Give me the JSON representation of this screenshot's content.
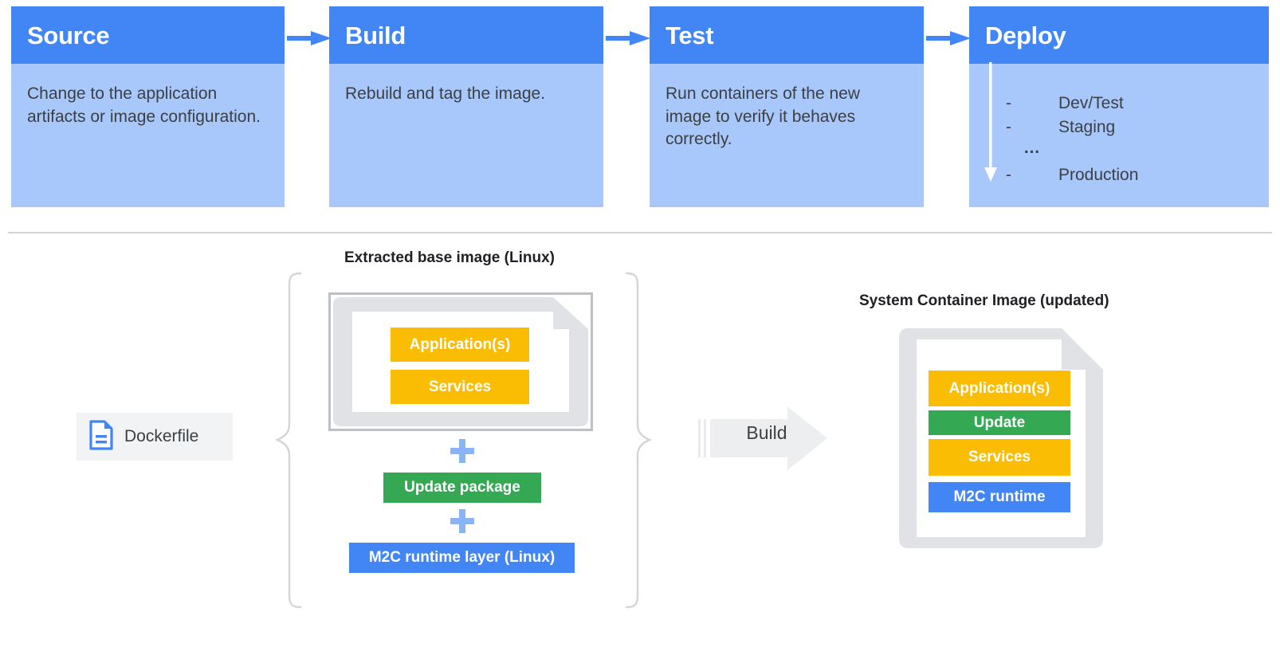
{
  "pipeline": {
    "stages": [
      {
        "title": "Source",
        "body": "Change to the application artifacts or image configuration."
      },
      {
        "title": "Build",
        "body": "Rebuild and tag the image."
      },
      {
        "title": "Test",
        "body": "Run containers of the new image to verify it behaves correctly."
      },
      {
        "title": "Deploy",
        "body": ""
      }
    ],
    "deploy_items": [
      {
        "dash": "-",
        "label": "Dev/Test"
      },
      {
        "dash": "-",
        "label": "Staging"
      },
      {
        "dash": "…",
        "label": ""
      },
      {
        "dash": "-",
        "label": "Production"
      }
    ],
    "deploy_ellipsis": "…"
  },
  "lower": {
    "source_caption": "Extracted base image (Linux)",
    "result_caption": "System Container Image (updated)",
    "dockerfile_label": "Dockerfile",
    "build_label": "Build",
    "plus_symbol": "+",
    "base_layers": [
      {
        "label": "Application(s)",
        "color": "#FBBC04"
      },
      {
        "label": "Services",
        "color": "#FBBC04"
      }
    ],
    "added_layers": [
      {
        "label": "Update package",
        "color": "#34A853"
      },
      {
        "label": "M2C runtime layer (Linux)",
        "color": "#4285F4"
      }
    ],
    "result_layers": [
      {
        "label": "Application(s)",
        "color": "#FBBC04"
      },
      {
        "label": "Update",
        "color": "#34A853"
      },
      {
        "label": "Services",
        "color": "#FBBC04"
      },
      {
        "label": "M2C runtime",
        "color": "#4285F4"
      }
    ]
  },
  "colors": {
    "header_blue": "#4285F4",
    "body_blue": "#A8C7FA",
    "yellow": "#FBBC04",
    "green": "#34A853",
    "blue": "#4285F4",
    "plus_blue": "#8AB4F8",
    "gray_doc": "#E0E2E5",
    "gray_border": "#BDC1C6",
    "divider_gray": "#CFD4DA",
    "text_dark": "#3C4043"
  }
}
